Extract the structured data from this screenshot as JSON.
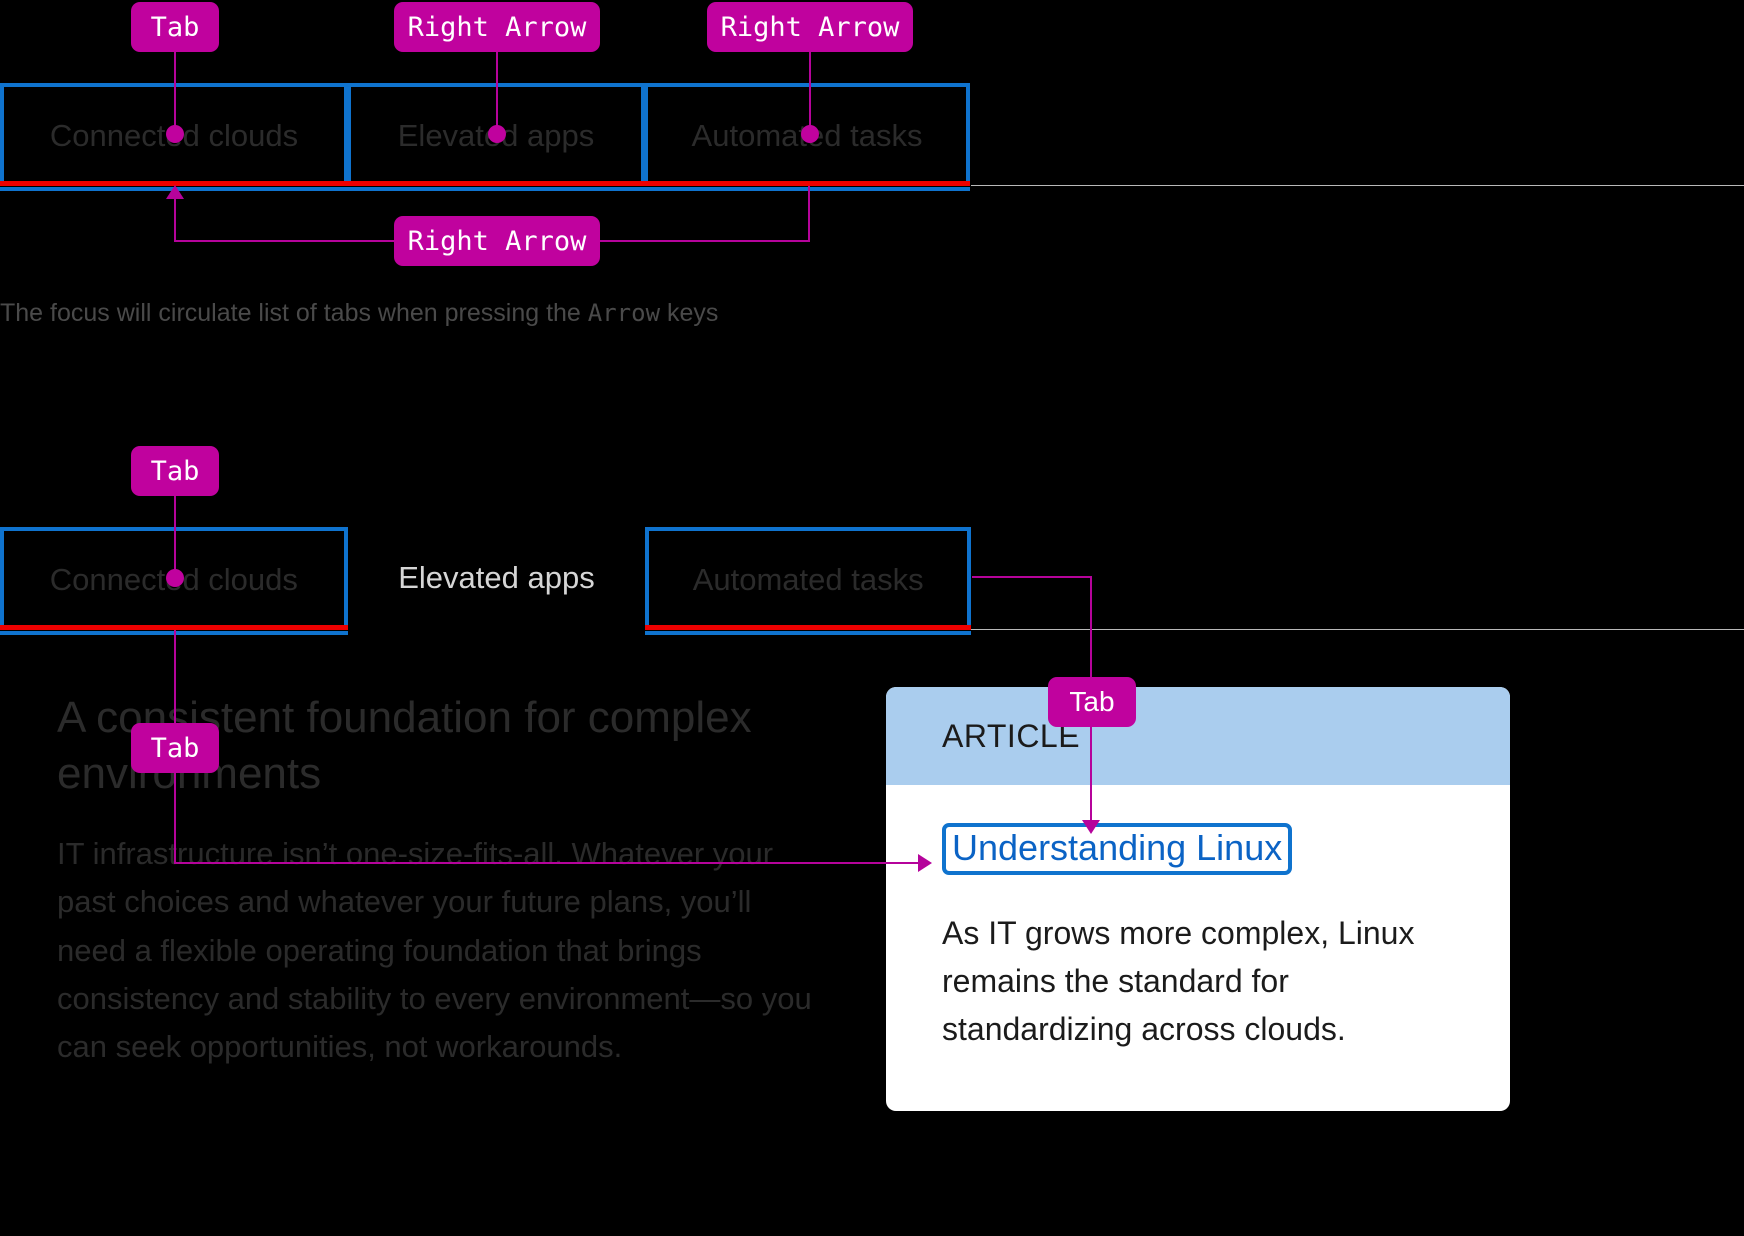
{
  "colors": {
    "background": "#000000",
    "key_chip": "#C0029E",
    "connector": "#B5039B",
    "focus_outline": "#0F73CE",
    "active_underline": "#EE0000",
    "card_header": "#AACDEE",
    "card_body": "#FFFFFF",
    "link": "#0B63C5",
    "dim_text": "#2B2B2B",
    "baseline": "#B9B9B9"
  },
  "section_one": {
    "tabs": [
      {
        "label": "Connected clouds",
        "focused": true,
        "active": true
      },
      {
        "label": "Elevated apps",
        "focused": true,
        "active": true
      },
      {
        "label": "Automated tasks",
        "focused": true,
        "active": true
      }
    ],
    "annotations": [
      {
        "key": "Tab",
        "target": "Connected clouds"
      },
      {
        "key": "Right Arrow",
        "target": "Elevated apps"
      },
      {
        "key": "Right Arrow",
        "target": "Automated tasks"
      },
      {
        "key": "Right Arrow",
        "target": "Connected clouds (wrap around)"
      }
    ],
    "caption_before": "The focus will circulate list of tabs when pressing the ",
    "caption_code": "Arrow",
    "caption_after": " keys"
  },
  "section_two": {
    "tabs": [
      {
        "label": "Connected clouds",
        "focused": true,
        "active": true
      },
      {
        "label": "Elevated apps",
        "focused": false,
        "active": false
      },
      {
        "label": "Automated tasks",
        "focused": true,
        "active": true
      }
    ],
    "annotations": [
      {
        "key": "Tab",
        "target": "Connected clouds"
      },
      {
        "key": "Tab",
        "target": "panel body text"
      },
      {
        "key": "Tab",
        "target": "Understanding Linux link"
      }
    ],
    "panel": {
      "headline": "A consistent foundation for complex environments",
      "body": "IT infrastructure isn’t one-size-fits-all. Whatever your past choices and whatever your future plans, you’ll need a flexible operating foundation that brings consistency and stability to every environment—so you can seek opportunities, not workarounds."
    },
    "card": {
      "eyebrow": "ARTICLE",
      "title": "Understanding Linux",
      "text": "As IT grows more complex, Linux remains the standard for standardizing across clouds."
    }
  }
}
